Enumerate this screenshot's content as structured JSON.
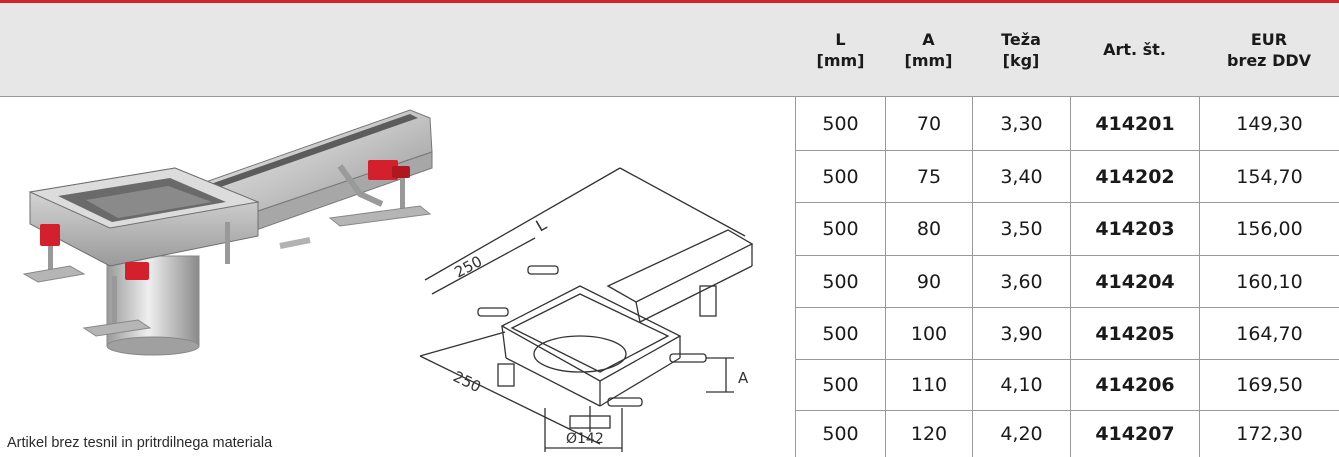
{
  "table": {
    "headers": [
      "L\n[mm]",
      "A\n[mm]",
      "Teža\n[kg]",
      "Art. št.",
      "EUR\nbrez DDV"
    ],
    "rows": [
      [
        "500",
        "70",
        "3,30",
        "414201",
        "149,30"
      ],
      [
        "500",
        "75",
        "3,40",
        "414202",
        "154,70"
      ],
      [
        "500",
        "80",
        "3,50",
        "414203",
        "156,00"
      ],
      [
        "500",
        "90",
        "3,60",
        "414204",
        "160,10"
      ],
      [
        "500",
        "100",
        "3,90",
        "414205",
        "164,70"
      ],
      [
        "500",
        "110",
        "4,10",
        "414206",
        "169,50"
      ],
      [
        "500",
        "120",
        "4,20",
        "414207",
        "172,30"
      ]
    ]
  },
  "caption": "Artikel brez tesnil in pritrdilnega materiala",
  "drawing": {
    "label_L": "L",
    "label_250_top": "250",
    "label_250_bottom": "250",
    "label_A": "A",
    "label_diameter": "Ø142"
  },
  "colors": {
    "accent": "#d4232e",
    "header_bg": "#e7e7e7",
    "red_part": "#d4202c"
  }
}
